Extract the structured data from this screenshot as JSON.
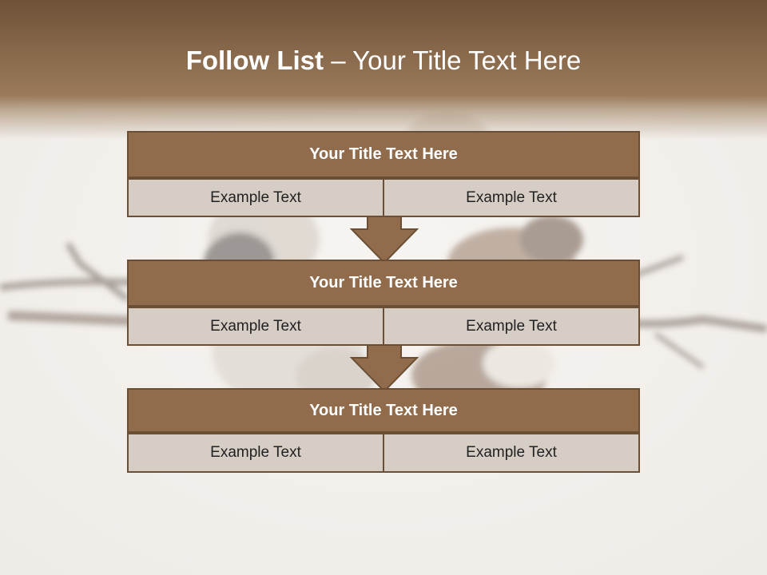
{
  "slide": {
    "title_bold": "Follow List",
    "title_rest": " – Your Title Text Here"
  },
  "blocks": [
    {
      "title": "Your Title Text Here",
      "left": "Example Text",
      "right": "Example Text"
    },
    {
      "title": "Your Title Text Here",
      "left": "Example Text",
      "right": "Example Text"
    },
    {
      "title": "Your Title Text Here",
      "left": "Example Text",
      "right": "Example Text"
    }
  ],
  "colors": {
    "header_brown": "#7a5c40",
    "title_fill": "#906c4d",
    "border": "#6b4f35",
    "cell_fill": "#d6cdc5"
  },
  "icons": [
    "down-arrow-icon"
  ]
}
